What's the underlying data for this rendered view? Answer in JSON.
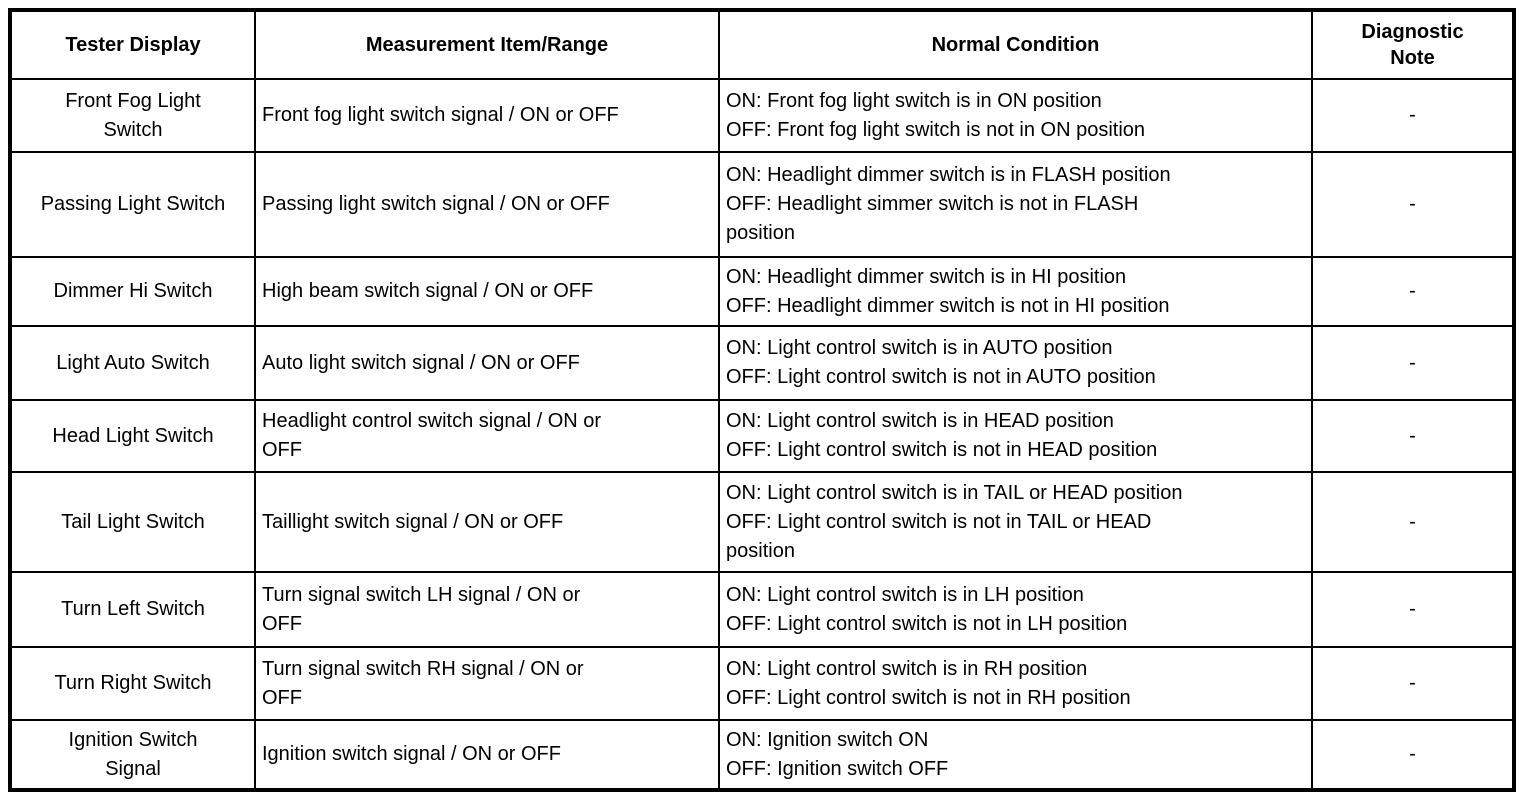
{
  "table": {
    "headers": [
      "Tester Display",
      "Measurement Item/Range",
      "Normal Condition",
      "Diagnostic\nNote"
    ],
    "rows": [
      {
        "tester_display": "Front Fog Light\nSwitch",
        "measurement": "Front fog light switch signal / ON or OFF",
        "normal_condition": "ON: Front fog light switch is in ON position\nOFF: Front fog light switch is not in ON position",
        "diagnostic_note": "-"
      },
      {
        "tester_display": "Passing Light Switch",
        "measurement": "Passing light switch signal / ON or OFF",
        "normal_condition": "ON: Headlight dimmer switch is in FLASH position\nOFF: Headlight simmer switch is not in FLASH\nposition",
        "diagnostic_note": "-"
      },
      {
        "tester_display": "Dimmer Hi Switch",
        "measurement": "High beam switch signal / ON or OFF",
        "normal_condition": "ON: Headlight dimmer switch is in HI position\nOFF: Headlight dimmer switch is not in HI position",
        "diagnostic_note": "-"
      },
      {
        "tester_display": "Light Auto Switch",
        "measurement": "Auto light switch signal / ON or OFF",
        "normal_condition": "ON: Light control switch is in AUTO position\nOFF: Light control switch is not in AUTO position",
        "diagnostic_note": "-"
      },
      {
        "tester_display": "Head Light Switch",
        "measurement": "Headlight control switch signal / ON or\nOFF",
        "normal_condition": "ON: Light control switch is in HEAD position\nOFF: Light control switch is not in HEAD position",
        "diagnostic_note": "-"
      },
      {
        "tester_display": "Tail Light Switch",
        "measurement": "Taillight switch signal / ON or OFF",
        "normal_condition": "ON: Light control switch is in TAIL or HEAD position\nOFF: Light control switch is not in TAIL or HEAD\nposition",
        "diagnostic_note": "-"
      },
      {
        "tester_display": "Turn Left Switch",
        "measurement": "Turn signal switch LH signal / ON or\nOFF",
        "normal_condition": "ON: Light control switch is in LH position\nOFF: Light control switch is not in LH position",
        "diagnostic_note": "-"
      },
      {
        "tester_display": "Turn Right Switch",
        "measurement": "Turn signal switch RH signal / ON or\nOFF",
        "normal_condition": "ON: Light control switch is in RH position\nOFF: Light control switch is not in RH position",
        "diagnostic_note": "-"
      },
      {
        "tester_display": "Ignition Switch\nSignal",
        "measurement": "Ignition switch signal / ON or OFF",
        "normal_condition": "ON: Ignition switch ON\nOFF: Ignition switch OFF",
        "diagnostic_note": "-"
      }
    ]
  }
}
